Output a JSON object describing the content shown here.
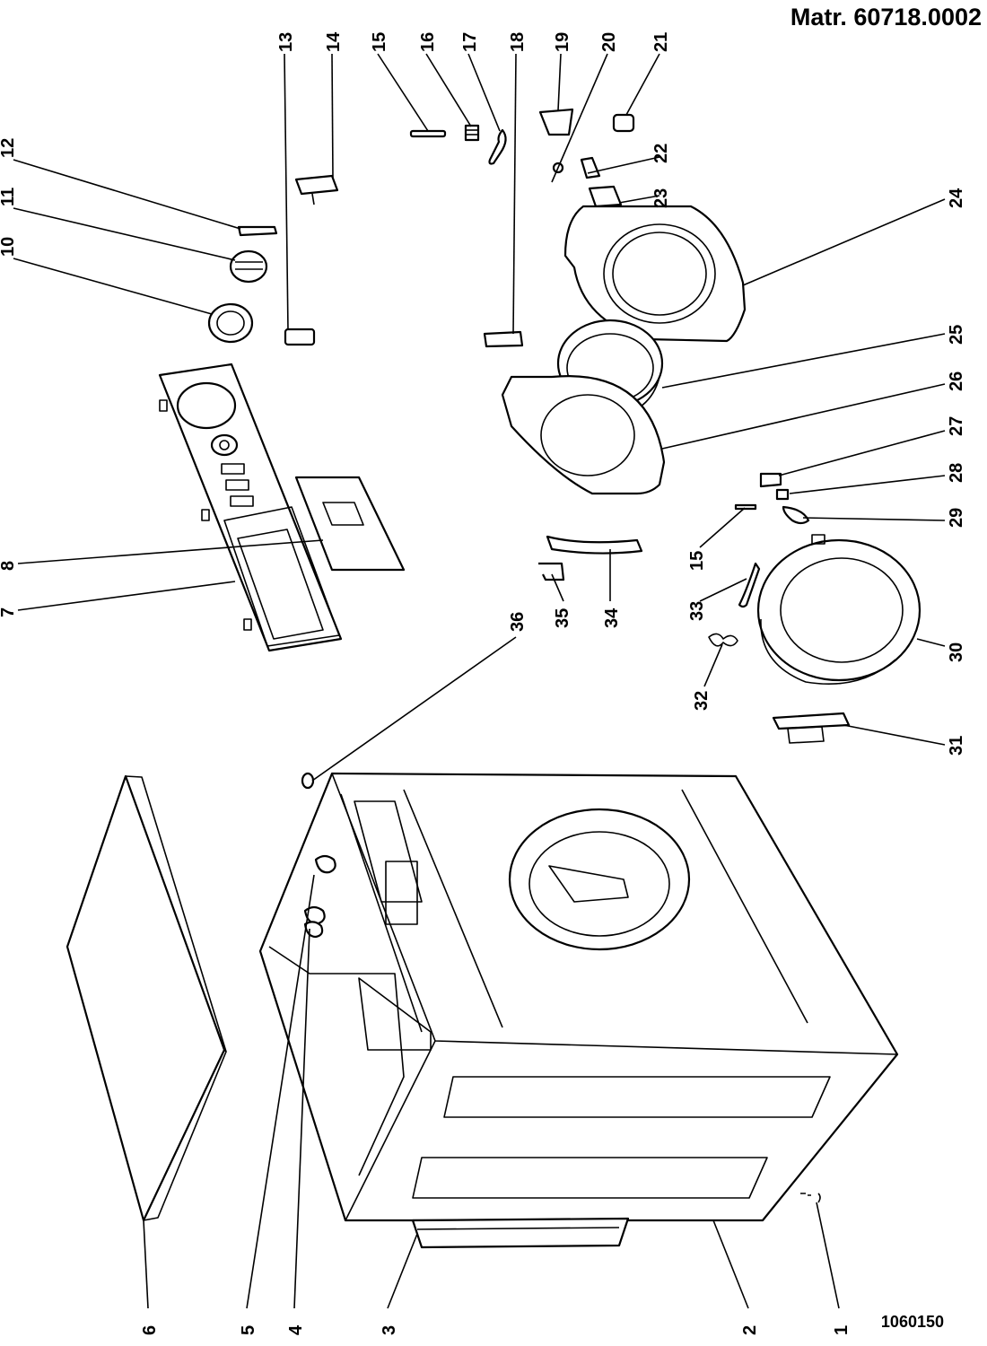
{
  "header": {
    "matr": "Matr. 60718.0002",
    "code": "1060150"
  },
  "callouts": [
    "1",
    "2",
    "3",
    "4",
    "5",
    "6",
    "7",
    "8",
    "10",
    "11",
    "12",
    "13",
    "14",
    "15",
    "16",
    "17",
    "18",
    "19",
    "20",
    "21",
    "22",
    "23",
    "24",
    "25",
    "26",
    "27",
    "28",
    "29",
    "15",
    "30",
    "31",
    "32",
    "33",
    "34",
    "35",
    "36"
  ]
}
